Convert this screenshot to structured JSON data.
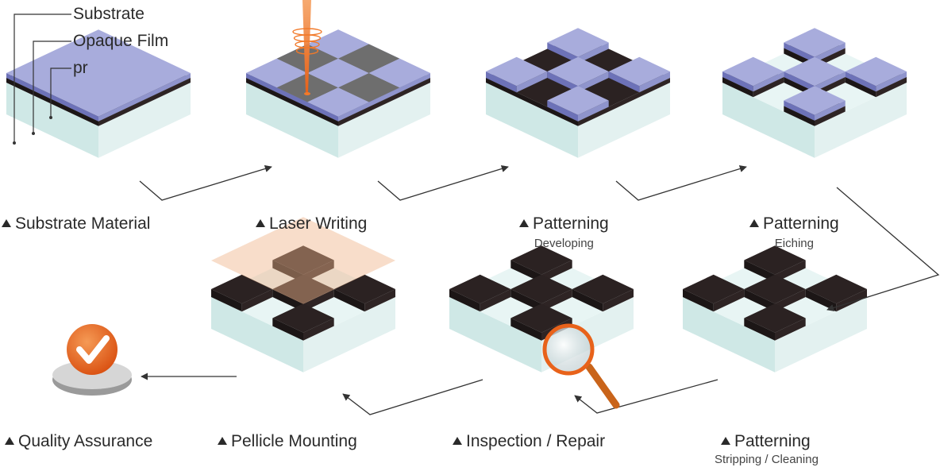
{
  "layer_labels": {
    "substrate": "Substrate",
    "opaque_film": "Opaque Film",
    "pr": "pr"
  },
  "steps": [
    {
      "label": "Substrate Material",
      "sub": ""
    },
    {
      "label": "Laser Writing",
      "sub": ""
    },
    {
      "label": "Patterning",
      "sub": "Developing"
    },
    {
      "label": "Patterning",
      "sub": "Eiching"
    },
    {
      "label": "Patterning",
      "sub": "Stripping / Cleaning"
    },
    {
      "label": "Inspection / Repair",
      "sub": ""
    },
    {
      "label": "Pellicle Mounting",
      "sub": ""
    },
    {
      "label": "Quality Assurance",
      "sub": ""
    }
  ],
  "colors": {
    "photoresist": "#a8acdc",
    "photoresist_edge": "#6d72b8",
    "film": "#2b2222",
    "glass_top": "#e8f5f4",
    "glass_side": "#cfe8e6",
    "exposed": "#6e6e6e",
    "laser": "#f27a2a",
    "check": "#e8621a",
    "pellicle": "#f0b48a"
  }
}
